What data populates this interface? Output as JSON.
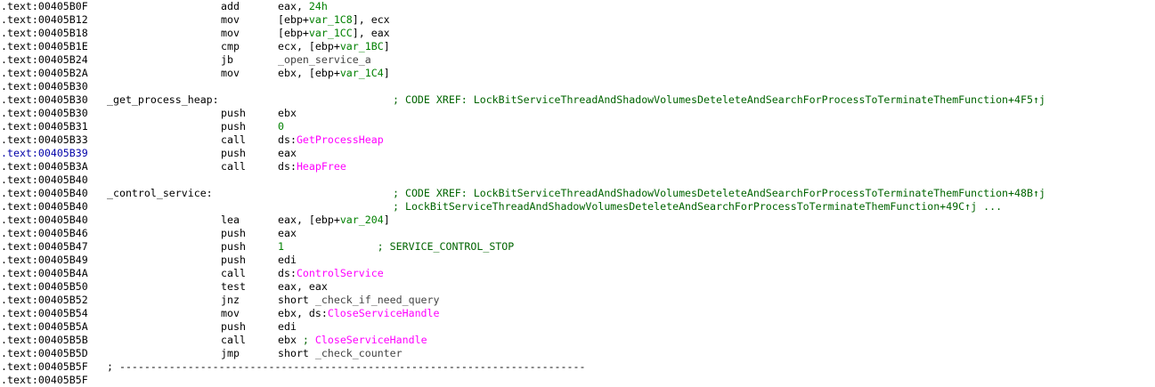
{
  "lines": [
    {
      "address": ".text:00405B0F",
      "mnemonic": "add",
      "operands": [
        {
          "t": "eax, ",
          "c": "plain"
        },
        {
          "t": "24h",
          "c": "num"
        }
      ]
    },
    {
      "address": ".text:00405B12",
      "mnemonic": "mov",
      "operands": [
        {
          "t": "[ebp+",
          "c": "plain"
        },
        {
          "t": "var_1C8",
          "c": "var"
        },
        {
          "t": "], ecx",
          "c": "plain"
        }
      ]
    },
    {
      "address": ".text:00405B18",
      "mnemonic": "mov",
      "operands": [
        {
          "t": "[ebp+",
          "c": "plain"
        },
        {
          "t": "var_1CC",
          "c": "var"
        },
        {
          "t": "], eax",
          "c": "plain"
        }
      ]
    },
    {
      "address": ".text:00405B1E",
      "mnemonic": "cmp",
      "operands": [
        {
          "t": "ecx, [ebp+",
          "c": "plain"
        },
        {
          "t": "var_1BC",
          "c": "var"
        },
        {
          "t": "]",
          "c": "plain"
        }
      ]
    },
    {
      "address": ".text:00405B24",
      "mnemonic": "jb",
      "operands": [
        {
          "t": "_open_service_a",
          "c": "ref"
        }
      ]
    },
    {
      "address": ".text:00405B2A",
      "mnemonic": "mov",
      "operands": [
        {
          "t": "ebx, [ebp+",
          "c": "plain"
        },
        {
          "t": "var_1C4",
          "c": "var"
        },
        {
          "t": "]",
          "c": "plain"
        }
      ]
    },
    {
      "address": ".text:00405B30"
    },
    {
      "address": ".text:00405B30",
      "label": "_get_process_heap:",
      "comment": "; CODE XREF: LockBitServiceThreadAndShadowVolumesDeteleteAndSearchForProcessToTerminateThemFunction+4F5↑j"
    },
    {
      "address": ".text:00405B30",
      "mnemonic": "push",
      "operands": [
        {
          "t": "ebx",
          "c": "plain"
        }
      ]
    },
    {
      "address": ".text:00405B31",
      "mnemonic": "push",
      "operands": [
        {
          "t": "0",
          "c": "num"
        }
      ]
    },
    {
      "address": ".text:00405B33",
      "mnemonic": "call",
      "operands": [
        {
          "t": "ds:",
          "c": "plain"
        },
        {
          "t": "GetProcessHeap",
          "c": "imp"
        }
      ]
    },
    {
      "address": ".text:00405B39",
      "selected": true,
      "mnemonic": "push",
      "operands": [
        {
          "t": "eax",
          "c": "plain"
        }
      ]
    },
    {
      "address": ".text:00405B3A",
      "mnemonic": "call",
      "operands": [
        {
          "t": "ds:",
          "c": "plain"
        },
        {
          "t": "HeapFree",
          "c": "imp"
        }
      ]
    },
    {
      "address": ".text:00405B40"
    },
    {
      "address": ".text:00405B40",
      "label": "_control_service:",
      "comment": "; CODE XREF: LockBitServiceThreadAndShadowVolumesDeteleteAndSearchForProcessToTerminateThemFunction+48B↑j"
    },
    {
      "address": ".text:00405B40",
      "comment": "; LockBitServiceThreadAndShadowVolumesDeteleteAndSearchForProcessToTerminateThemFunction+49C↑j ..."
    },
    {
      "address": ".text:00405B40",
      "mnemonic": "lea",
      "operands": [
        {
          "t": "eax, [ebp+",
          "c": "plain"
        },
        {
          "t": "var_204",
          "c": "var"
        },
        {
          "t": "]",
          "c": "plain"
        }
      ]
    },
    {
      "address": ".text:00405B46",
      "mnemonic": "push",
      "operands": [
        {
          "t": "eax",
          "c": "plain"
        }
      ]
    },
    {
      "address": ".text:00405B47",
      "mnemonic": "push",
      "operands": [
        {
          "t": "1",
          "c": "num"
        },
        {
          "t": "               ; SERVICE_CONTROL_STOP",
          "c": "cmt"
        }
      ]
    },
    {
      "address": ".text:00405B49",
      "mnemonic": "push",
      "operands": [
        {
          "t": "edi",
          "c": "plain"
        }
      ]
    },
    {
      "address": ".text:00405B4A",
      "mnemonic": "call",
      "operands": [
        {
          "t": "ds:",
          "c": "plain"
        },
        {
          "t": "ControlService",
          "c": "imp"
        }
      ]
    },
    {
      "address": ".text:00405B50",
      "mnemonic": "test",
      "operands": [
        {
          "t": "eax, eax",
          "c": "plain"
        }
      ]
    },
    {
      "address": ".text:00405B52",
      "mnemonic": "jnz",
      "operands": [
        {
          "t": "short ",
          "c": "plain"
        },
        {
          "t": "_check_if_need_query",
          "c": "ref"
        }
      ]
    },
    {
      "address": ".text:00405B54",
      "mnemonic": "mov",
      "operands": [
        {
          "t": "ebx, ds:",
          "c": "plain"
        },
        {
          "t": "CloseServiceHandle",
          "c": "imp"
        }
      ]
    },
    {
      "address": ".text:00405B5A",
      "mnemonic": "push",
      "operands": [
        {
          "t": "edi",
          "c": "plain"
        }
      ]
    },
    {
      "address": ".text:00405B5B",
      "mnemonic": "call",
      "operands": [
        {
          "t": "ebx",
          "c": "plain"
        },
        {
          "t": " ; ",
          "c": "cmt"
        },
        {
          "t": "CloseServiceHandle",
          "c": "imp"
        }
      ]
    },
    {
      "address": ".text:00405B5D",
      "mnemonic": "jmp",
      "operands": [
        {
          "t": "short ",
          "c": "plain"
        },
        {
          "t": "_check_counter",
          "c": "ref"
        }
      ]
    },
    {
      "address": ".text:00405B5F",
      "separator": "; ---------------------------------------------------------------------------"
    },
    {
      "address": ".text:00405B5F"
    }
  ],
  "colors": {
    "background": "#ffffff",
    "text": "#000000",
    "selected_address": "#0000a8",
    "variable": "#008000",
    "number": "#008000",
    "import": "#ff00ff",
    "reference": "#444444",
    "comment": "#006400"
  }
}
